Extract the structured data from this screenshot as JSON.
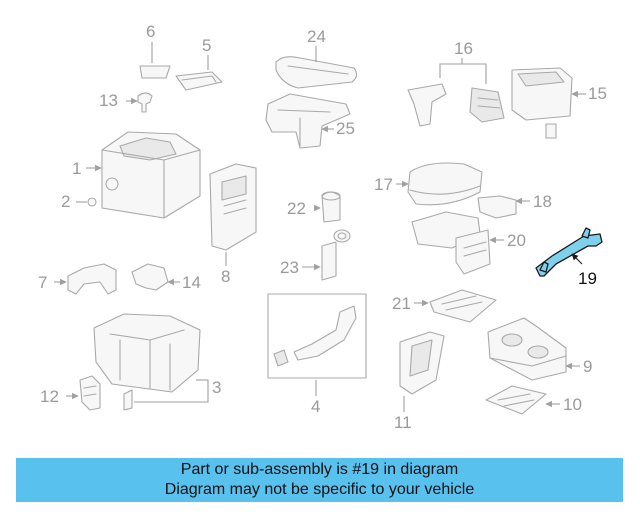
{
  "diagram": {
    "callouts": [
      "1",
      "2",
      "3",
      "4",
      "5",
      "6",
      "7",
      "8",
      "9",
      "10",
      "11",
      "12",
      "13",
      "14",
      "15",
      "16",
      "17",
      "18",
      "19",
      "20",
      "21",
      "22",
      "23",
      "24",
      "25"
    ],
    "highlighted_part": "19",
    "colors": {
      "highlight_fill": "#7fd0ec",
      "part_stroke": "#a9a9a9",
      "callout_text": "#9a9a9a",
      "banner": "#58c1ee"
    }
  },
  "banner": {
    "line1": "Part or sub-assembly is #19 in diagram",
    "line2": "Diagram may not be specific to your vehicle"
  }
}
